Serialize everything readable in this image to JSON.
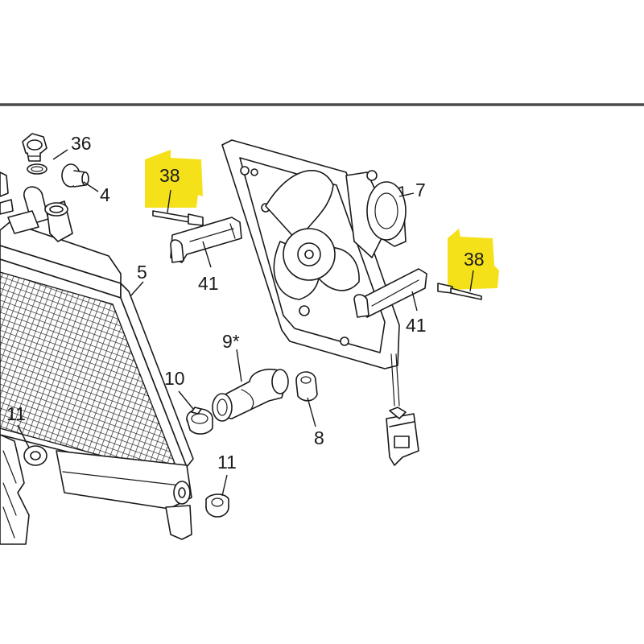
{
  "colors": {
    "line": "#1a1a1a",
    "highlight": "#f5e11a",
    "top_rule": "#4a4a4a"
  },
  "callouts": {
    "c36": "36",
    "c4": "4",
    "c38_left": "38",
    "c7": "7",
    "c5": "5",
    "c41_left": "41",
    "c38_right": "38",
    "c41_right": "41",
    "c9": "9*",
    "c10": "10",
    "c11_left": "11",
    "c8": "8",
    "c11_right": "11"
  }
}
